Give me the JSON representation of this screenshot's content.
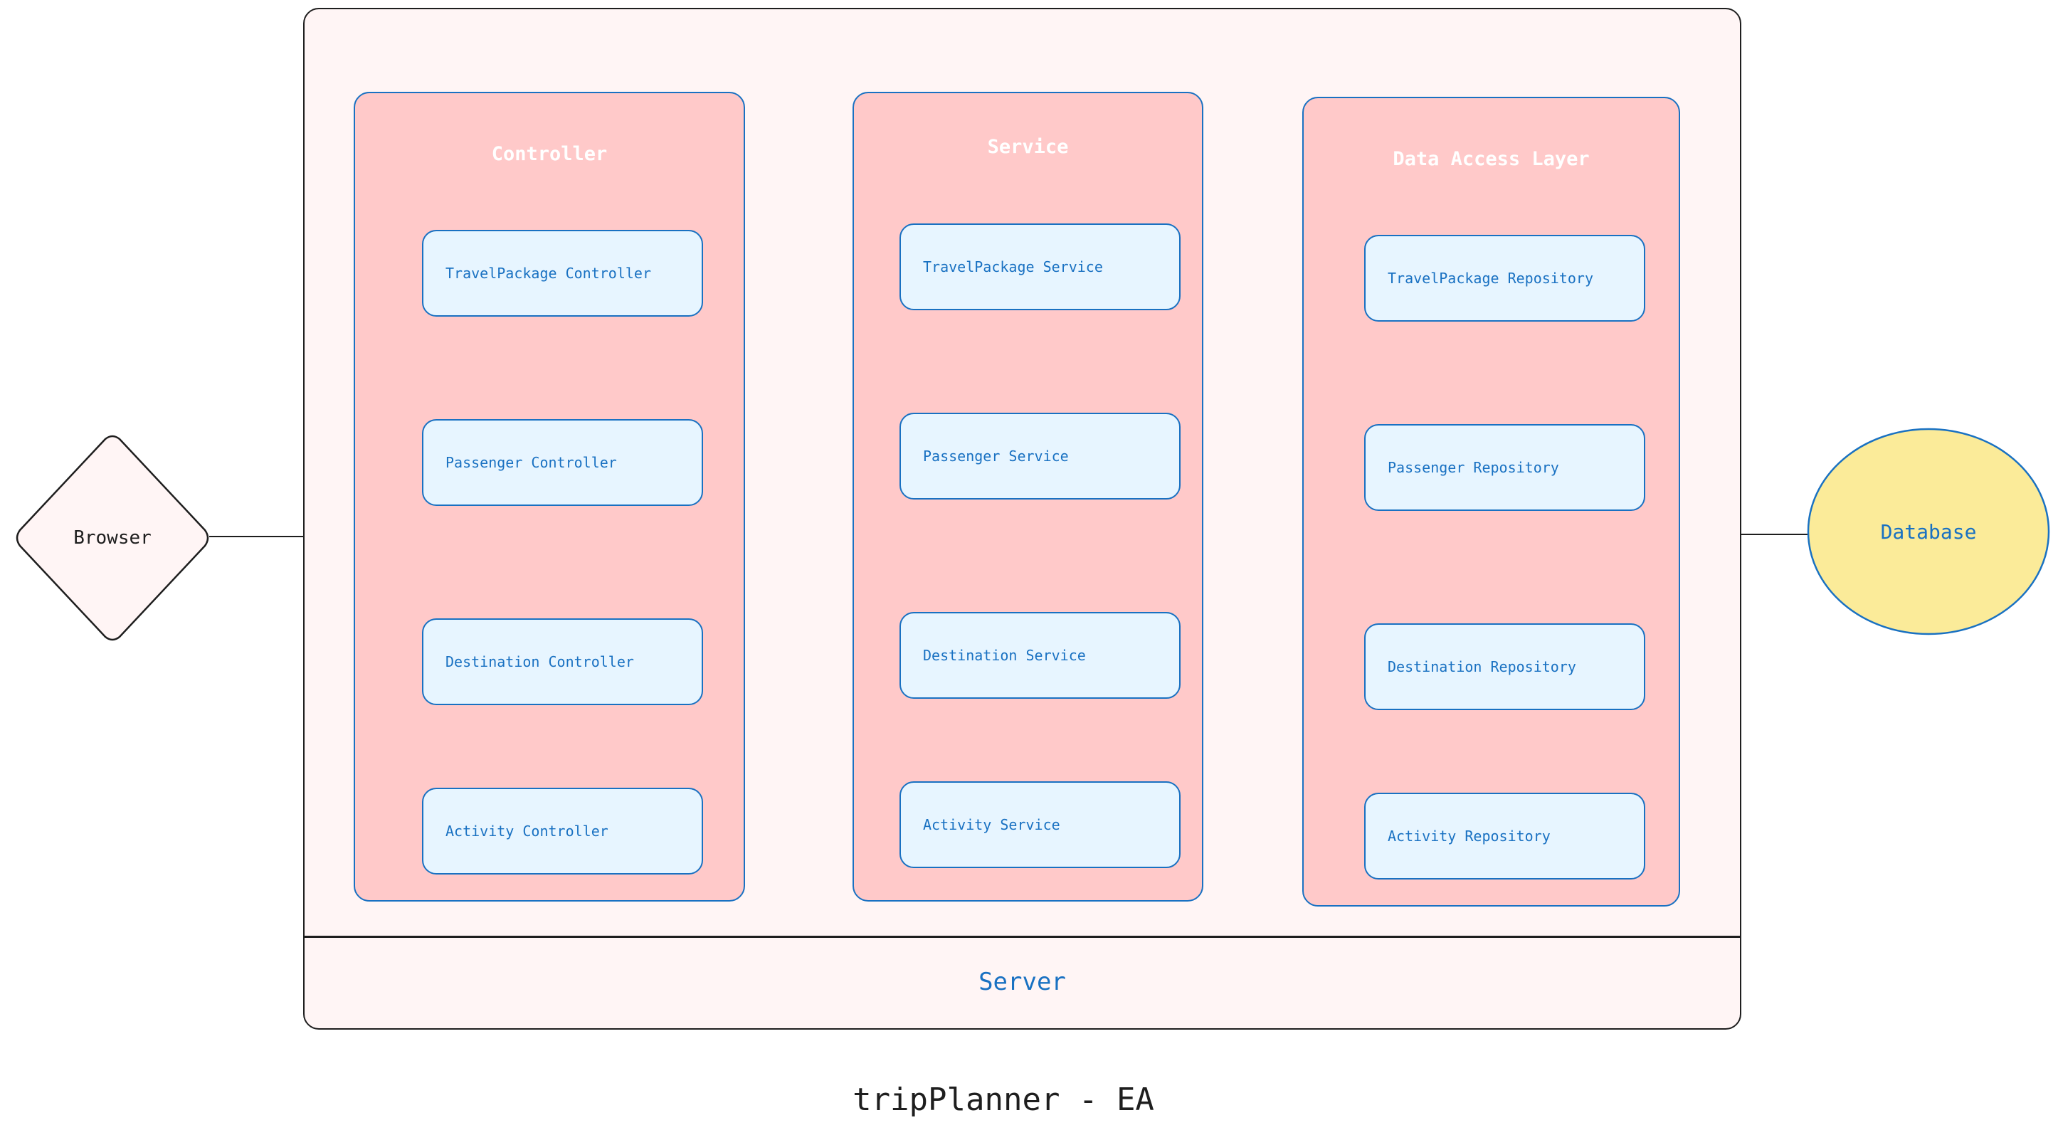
{
  "browser": {
    "label": "Browser"
  },
  "server": {
    "label": "Server"
  },
  "database": {
    "label": "Database"
  },
  "caption": "tripPlanner - EA",
  "colors": {
    "stroke_dark": "#1e1e1e",
    "stroke_blue": "#1971c2",
    "server_fill": "#fff5f5",
    "layer_fill": "#ffc9c9",
    "component_fill": "#e7f5ff",
    "database_fill": "#fbeb99",
    "browser_fill": "#fff5f5"
  },
  "layers": [
    {
      "title": "Controller",
      "components": [
        "TravelPackage Controller",
        "Passenger Controller",
        "Destination Controller",
        "Activity Controller"
      ]
    },
    {
      "title": "Service",
      "components": [
        "TravelPackage Service",
        "Passenger Service",
        "Destination Service",
        "Activity Service"
      ]
    },
    {
      "title": "Data Access Layer",
      "components": [
        "TravelPackage Repository",
        "Passenger Repository",
        "Destination Repository",
        "Activity Repository"
      ]
    }
  ]
}
